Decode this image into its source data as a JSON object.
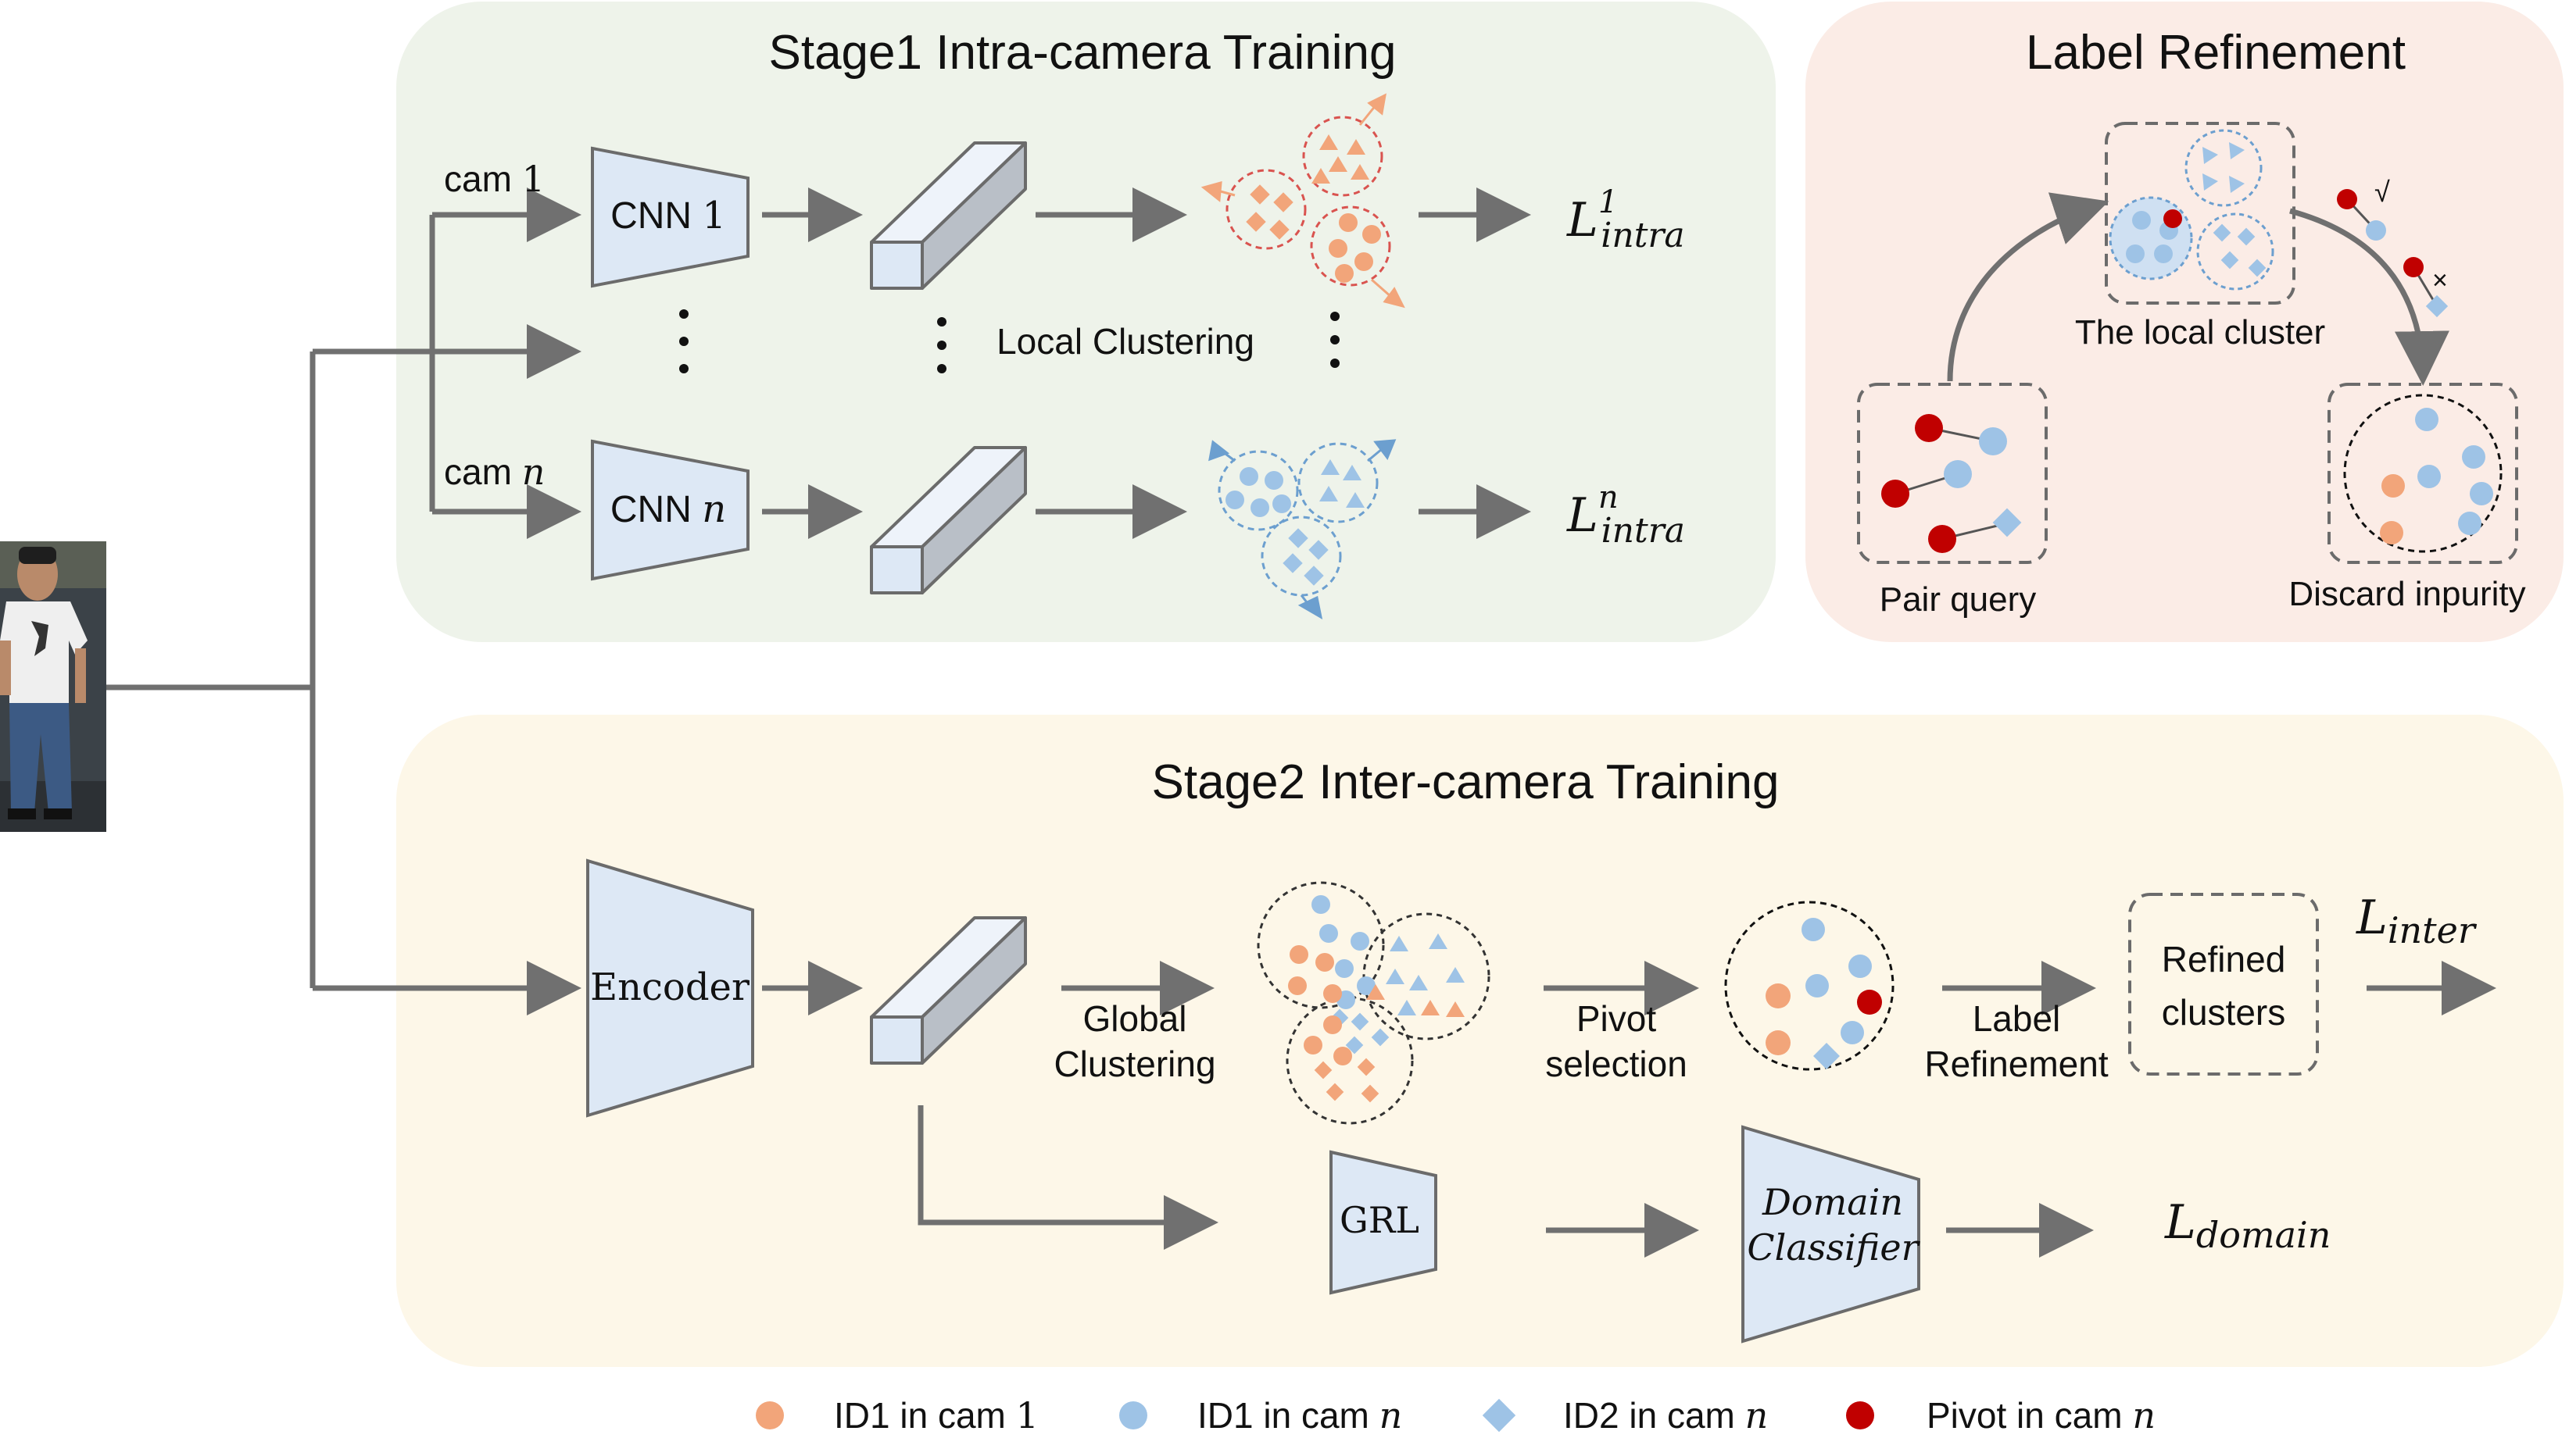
{
  "colors": {
    "panel_stage1": "#eef3ea",
    "panel_refine": "#fbece6",
    "panel_stage2": "#fdf7e8",
    "box_fill": "#dde8f5",
    "box_stroke": "#6b6b6b",
    "arrow": "#707070",
    "orange": "#f2a57a",
    "blue": "#9ec3e6",
    "red": "#c00000"
  },
  "stage1": {
    "title": "Stage1 Intra-camera Training",
    "cam1_label": "cam ",
    "cam1_idx": "1",
    "camn_label": "cam ",
    "camn_idx": "n",
    "cnn1_label": "CNN ",
    "cnn1_idx": "1",
    "cnnn_label": "CNN ",
    "cnnn_idx": "n",
    "local_clustering": "Local Clustering",
    "loss1": {
      "base": "L",
      "sup": "1",
      "sub": "intra"
    },
    "lossn": {
      "base": "L",
      "sup": "n",
      "sub": "intra"
    }
  },
  "refine": {
    "title": "Label Refinement",
    "local_cluster": "The local cluster",
    "pair_query": "Pair query",
    "discard": "Discard inpurity",
    "check": "√",
    "cross": "×"
  },
  "stage2": {
    "title": "Stage2 Inter-camera Training",
    "encoder": "Encoder",
    "global_clustering_1": "Global",
    "global_clustering_2": "Clustering",
    "pivot_1": "Pivot",
    "pivot_2": "selection",
    "label_ref_1": "Label",
    "label_ref_2": "Refinement",
    "refined_1": "Refined",
    "refined_2": "clusters",
    "grl": "GRL",
    "domain_1": "Domain",
    "domain_2": "Classifier",
    "loss_inter": {
      "base": "L",
      "sub": "inter"
    },
    "loss_domain": {
      "base": "L",
      "sub": "domain"
    }
  },
  "legend": [
    {
      "text": "ID1 in cam ",
      "idx": "1",
      "shape": "circle",
      "color": "#f2a57a"
    },
    {
      "text": "ID1 in cam ",
      "idx": "n",
      "shape": "circle",
      "color": "#9ec3e6"
    },
    {
      "text": "ID2 in cam ",
      "idx": "n",
      "shape": "diamond",
      "color": "#9ec3e6"
    },
    {
      "text": "Pivot in cam ",
      "idx": "n",
      "shape": "circle",
      "color": "#c00000"
    }
  ]
}
